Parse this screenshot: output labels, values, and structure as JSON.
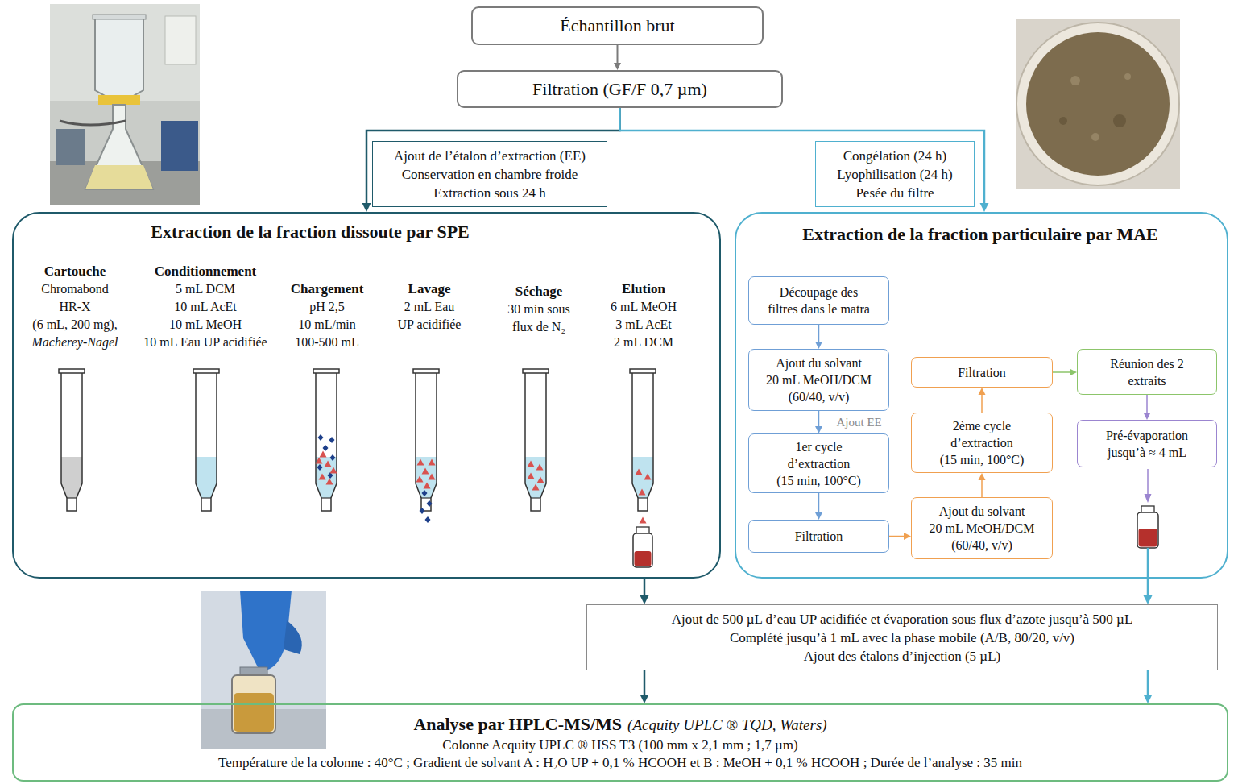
{
  "diagram": {
    "nodes": [
      {
        "text": [
          "Échantillon brut"
        ]
      },
      {
        "text": [
          "Filtration (GF/F 0,7 µm)"
        ]
      },
      {
        "text": [
          "Ajout de l’étalon d’extraction (EE)",
          "Conservation en chambre froide",
          "Extraction sous 24 h"
        ]
      },
      {
        "text": [
          "Congélation (24 h)",
          "Lyophilisation (24 h)",
          "Pesée du filtre"
        ]
      },
      {
        "text": [
          "Extraction de la fraction dissoute par SPE",
          "Cartouche",
          "Chromabond",
          "HR-X",
          "(6 mL, 200 mg),",
          "Macherey-Nagel",
          "Conditionnement",
          "5 mL DCM",
          "10 mL AcEt",
          "10 mL MeOH",
          "10 mL Eau UP acidifiée",
          "Chargement",
          "pH 2,5",
          "10 mL/min",
          "100-500 mL",
          "Lavage",
          "2 mL Eau UP acidifiée",
          "Séchage",
          "30 min sous flux de N₂",
          "Elution",
          "6 mL MeOH",
          "3 mL AcEt",
          "2 mL DCM"
        ]
      },
      {
        "text": [
          "Extraction de la fraction particulaire par MAE"
        ]
      },
      {
        "text": [
          "Découpage des filtres dans le matra"
        ],
        "in": 5
      },
      {
        "text": [
          "Ajout du solvant",
          "20 mL MeOH/DCM",
          "(60/40, v/v)"
        ],
        "in": 5
      },
      {
        "text": [
          "1er cycle d’extraction",
          "(15 min, 100°C)"
        ],
        "in": 5
      },
      {
        "text": [
          "Filtration"
        ],
        "in": 5
      },
      {
        "text": [
          "Ajout du solvant",
          "20 mL MeOH/DCM",
          "(60/40, v/v)"
        ],
        "in": 5
      },
      {
        "text": [
          "2ème cycle d’extraction",
          "(15 min, 100°C)"
        ],
        "in": 5
      },
      {
        "text": [
          "Filtration"
        ],
        "in": 5
      },
      {
        "text": [
          "Réunion des 2 extraits"
        ],
        "in": 5
      },
      {
        "text": [
          "Pré-évaporation jusqu’à ≈ 4 mL"
        ],
        "in": 5
      },
      {
        "text": [
          "Ajout de 500 µL d’eau UP acidifiée et évaporation sous flux d’azote jusqu’à 500 µL",
          "Complété jusqu’à 1 mL avec la phase mobile (A/B, 80/20, v/v)",
          "Ajout des étalons d’injection (5 µL)"
        ]
      },
      {
        "text": [
          "Analyse par HPLC-MS/MS",
          "(Acquity UPLC ® TQD, Waters)",
          "Colonne Acquity UPLC ® HSS T3 (100 mm x 2,1 mm ; 1,7 µm)",
          "Température de la colonne : 40°C ; Gradient de solvant A : H₂O UP + 0,1 % HCOOH et B : MeOH + 0,1 % HCOOH ; Durée de l’analyse : 35 min"
        ]
      }
    ],
    "edges": [
      {
        "from": 0,
        "to": 1,
        "arrow": "to"
      },
      {
        "from": 1,
        "to": 4,
        "arrow": "to"
      },
      {
        "from": 1,
        "to": 5,
        "arrow": "to"
      },
      {
        "from": 6,
        "to": 7,
        "arrow": "to"
      },
      {
        "from": 7,
        "to": 8,
        "arrow": "to",
        "label": "Ajout EE"
      },
      {
        "from": 8,
        "to": 9,
        "arrow": "to"
      },
      {
        "from": 9,
        "to": 10,
        "arrow": "to"
      },
      {
        "from": 10,
        "to": 11,
        "arrow": "to"
      },
      {
        "from": 11,
        "to": 12,
        "arrow": "to"
      },
      {
        "from": 12,
        "to": 13,
        "arrow": "to"
      },
      {
        "from": 13,
        "to": 14,
        "arrow": "to"
      },
      {
        "from": 4,
        "to": 15,
        "arrow": "to"
      },
      {
        "from": 5,
        "to": 15,
        "arrow": "to"
      },
      {
        "from": 15,
        "to": 16,
        "arrow": "to"
      },
      {
        "from": 15,
        "to": 16,
        "arrow": "to"
      }
    ]
  }
}
